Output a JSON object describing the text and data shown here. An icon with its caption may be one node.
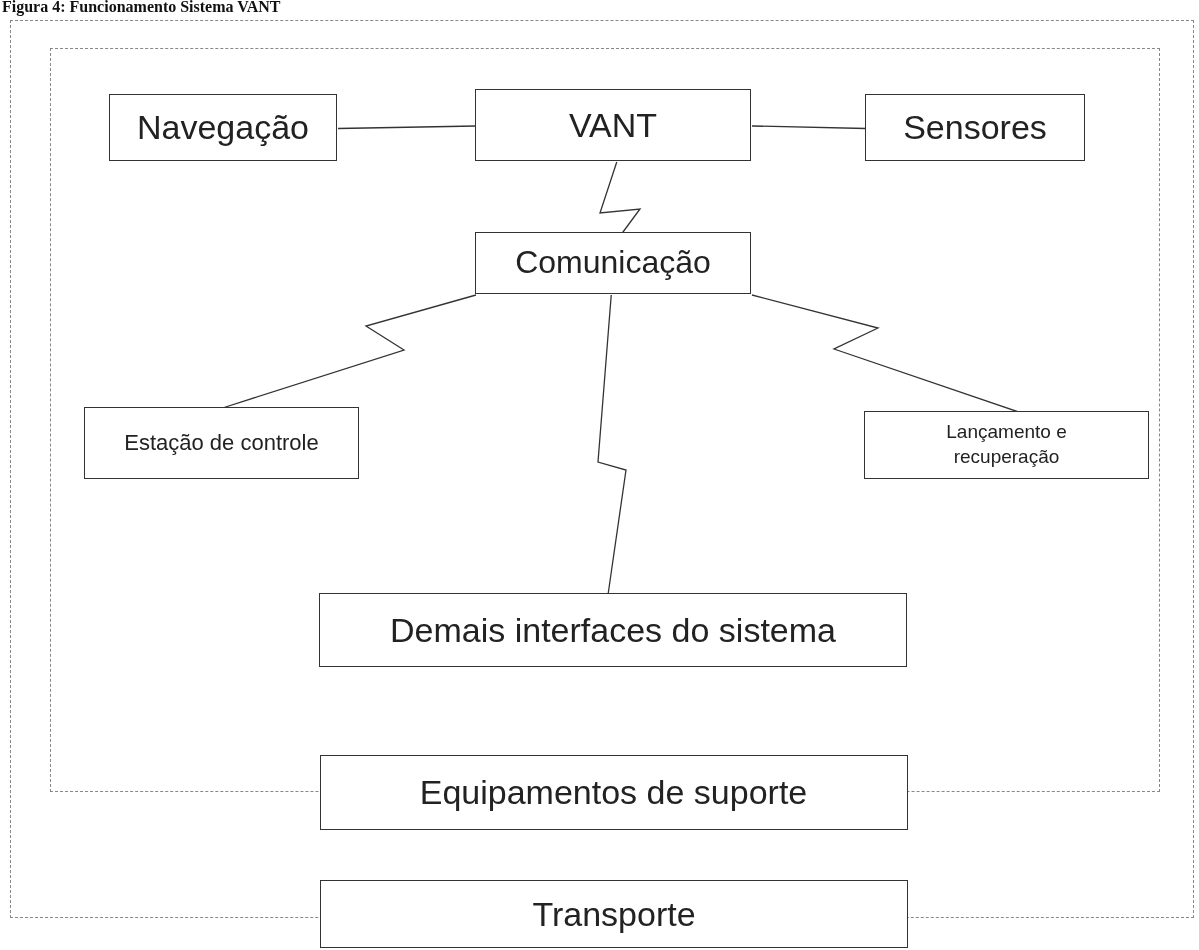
{
  "diagram": {
    "title": "Figura 4: Funcionamento Sistema VANT",
    "nodes": [
      {
        "text": [],
        "shape": "box"
      },
      {
        "text": [],
        "shape": "box",
        "in": 0
      },
      {
        "text": [
          "Navegação"
        ],
        "in": 1
      },
      {
        "text": [
          "VANT"
        ],
        "in": 1
      },
      {
        "text": [
          "Sensores"
        ],
        "in": 1
      },
      {
        "text": [
          "Comunicação"
        ],
        "in": 1
      },
      {
        "text": [
          "Estação de controle"
        ],
        "in": 1
      },
      {
        "text": [
          "Lançamento e recuperação"
        ],
        "in": 1
      },
      {
        "text": [
          "Demais interfaces do sistema"
        ],
        "in": 1
      },
      {
        "text": [
          "Equipamentos de suporte"
        ],
        "in": 0
      },
      {
        "text": [
          "Transporte"
        ]
      }
    ],
    "edges": [
      {
        "from": 2,
        "to": 3,
        "arrow": "none"
      },
      {
        "from": 3,
        "to": 4,
        "arrow": "none"
      },
      {
        "from": 3,
        "to": 5,
        "arrow": "none"
      },
      {
        "from": 5,
        "to": 6,
        "arrow": "none"
      },
      {
        "from": 5,
        "to": 7,
        "arrow": "none"
      },
      {
        "from": 5,
        "to": 8,
        "arrow": "none"
      }
    ]
  }
}
